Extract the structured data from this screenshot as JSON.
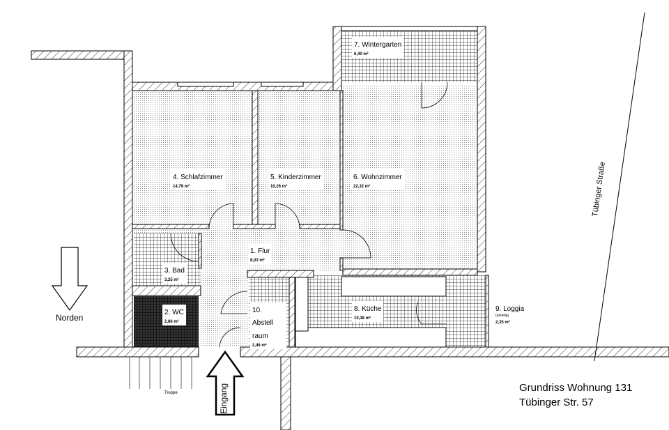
{
  "rooms": [
    {
      "name": "1. Flur",
      "area": "8,03 m²"
    },
    {
      "name": "2. WC",
      "area": "2,86 m²"
    },
    {
      "name": "3. Bad",
      "area": "3,25 m²"
    },
    {
      "name": "4. Schlafzimmer",
      "area": "14,79 m²"
    },
    {
      "name": "5. Kinderzimmer",
      "area": "10,26 m²"
    },
    {
      "name": "6. Wohnzimmer",
      "area": "22,32 m²"
    },
    {
      "name": "7. Wintergarten",
      "area": "6,40 m²"
    },
    {
      "name": "8. Küche",
      "area": "10,38 m²"
    },
    {
      "name": "9. Loggia",
      "note": "(anteilig)",
      "area": "2,35 m²"
    },
    {
      "name": "10. Abstell raum",
      "area": "2,46 m²"
    }
  ],
  "labels": {
    "street": "Tübinger Straße",
    "north": "Norden",
    "entrance": "Eingang",
    "stairs": "Treppe"
  },
  "title": {
    "line1": "Grundriss Wohnung 131",
    "line2": "Tübinger Str. 57"
  }
}
